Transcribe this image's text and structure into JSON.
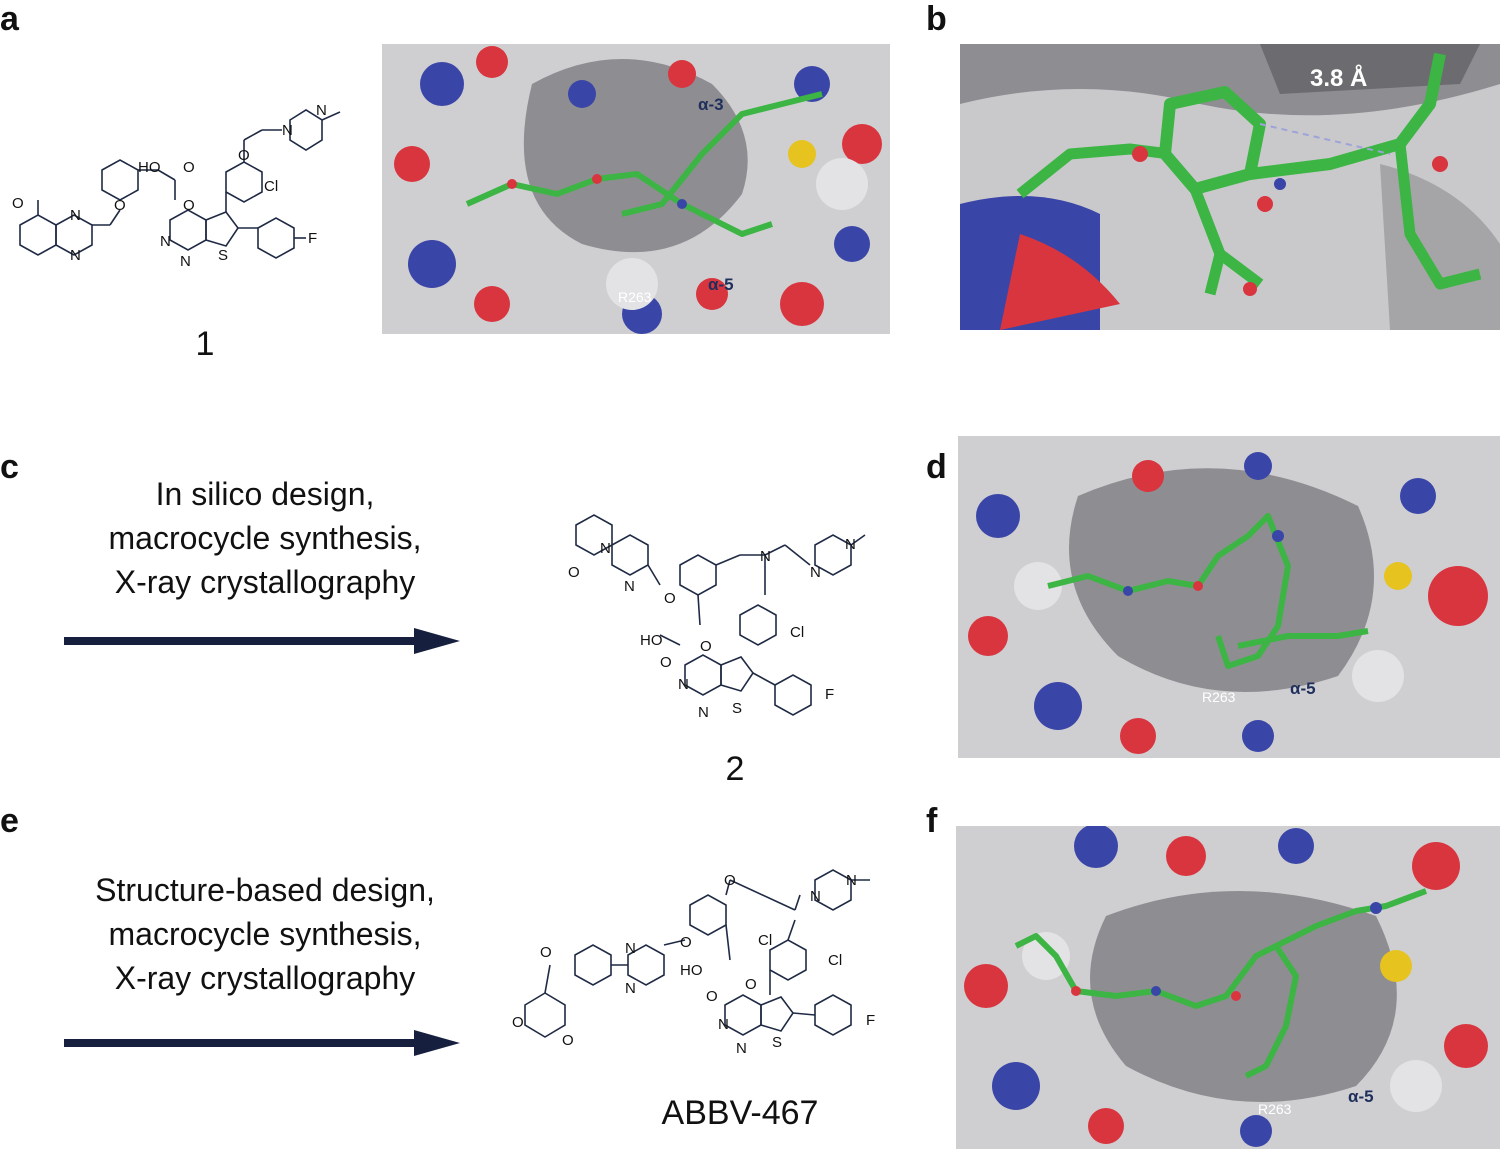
{
  "panels": {
    "a": {
      "letter": "a",
      "compound_label": "1",
      "surface_labels": {
        "helix_top": "α-3",
        "residue": "R263",
        "helix_bottom": "α-5"
      },
      "atoms": [
        "O",
        "N",
        "N",
        "HO",
        "O",
        "O",
        "O",
        "O",
        "N",
        "N",
        "Cl",
        "N",
        "N",
        "S",
        "F"
      ]
    },
    "b": {
      "letter": "b",
      "distance_label": "3.8 Å"
    },
    "c": {
      "letter": "c",
      "caption_lines": [
        "In silico design,",
        "macrocycle synthesis,",
        "X-ray crystallography"
      ],
      "compound_label": "2",
      "atoms": [
        "O",
        "N",
        "N",
        "O",
        "HO",
        "O",
        "O",
        "N",
        "N",
        "N",
        "Cl",
        "N",
        "N",
        "S",
        "F"
      ]
    },
    "d": {
      "letter": "d",
      "surface_labels": {
        "residue": "R263",
        "helix_bottom": "α-5"
      }
    },
    "e": {
      "letter": "e",
      "caption_lines": [
        "Structure-based design,",
        "macrocycle synthesis,",
        "X-ray crystallography"
      ],
      "compound_label": "ABBV-467",
      "atoms": [
        "O",
        "O",
        "O",
        "N",
        "N",
        "O",
        "O",
        "N",
        "N",
        "Cl",
        "Cl",
        "HO",
        "O",
        "O",
        "N",
        "N",
        "S",
        "F"
      ]
    },
    "f": {
      "letter": "f",
      "surface_labels": {
        "residue": "R263",
        "helix_bottom": "α-5"
      }
    }
  },
  "colors": {
    "surface_grey": "#cfcfd2",
    "oxygen_red": "#d9353f",
    "nitrogen_blue": "#3a45a8",
    "sulfur_yellow": "#e6c31f",
    "ligand_green": "#3cb544",
    "arrow_navy": "#161f3d"
  }
}
